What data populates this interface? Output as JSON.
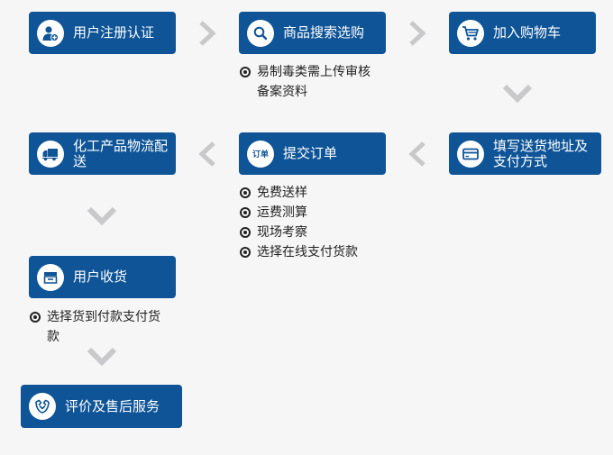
{
  "steps": [
    {
      "label": "用户注册认证"
    },
    {
      "label": "商品搜索选购"
    },
    {
      "label": "加入购物车"
    },
    {
      "label": "填写送货地址及支付方式"
    },
    {
      "label": "提交订单",
      "icon_text": "订单"
    },
    {
      "label": "化工产品物流配送"
    },
    {
      "label": "用户收货"
    },
    {
      "label": "评价及售后服务"
    }
  ],
  "notes": {
    "search": [
      "易制毒类需上传审核备案资料"
    ],
    "order": [
      "免费送样",
      "运费测算",
      "现场考察",
      "选择在线支付货款"
    ],
    "receive": [
      "选择货到付款支付货款"
    ]
  },
  "colors": {
    "step_bg": "#0e5497",
    "arrow": "#c9c9cb",
    "background": "#f6f6f7"
  },
  "icons": [
    "user-add-icon",
    "search-icon",
    "shopping-cart-icon",
    "credit-card-icon",
    "order-badge-icon",
    "delivery-truck-icon",
    "inbox-icon",
    "handshake-icon",
    "chevron-right-icon",
    "chevron-left-icon",
    "chevron-down-icon",
    "radio-bullet-icon"
  ]
}
